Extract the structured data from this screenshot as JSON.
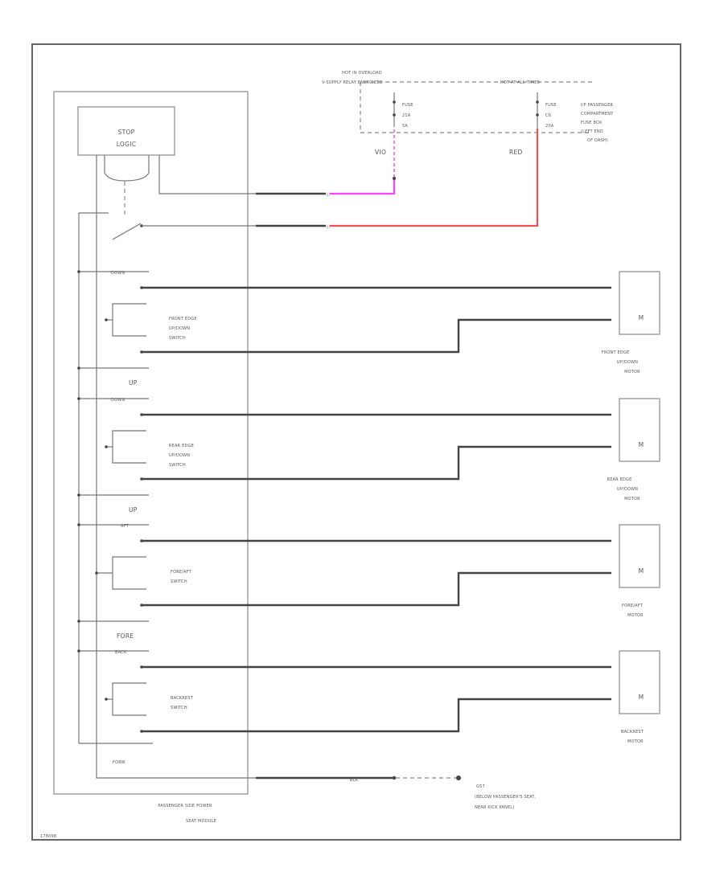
{
  "colors": {
    "violet": "#ff40ff",
    "red": "#f05050",
    "wire": "#444444"
  },
  "module": {
    "label_line1": "PASSENGER SIDE POWER",
    "label_line2": "SEAT MODULE"
  },
  "stop_logic": {
    "line1": "STOP",
    "line2": "LOGIC"
  },
  "power": {
    "hot_line1": "HOT IN OVERLOAD",
    "hot_line2": "V-SUPPLY RELAY ENERGIZED",
    "hot_at_all_times": "HOT AT ALL TIMES",
    "fuse_label": "FUSE",
    "fuse_left_num": "21A",
    "fuse_left_amp": "5A",
    "fuse_right_num": "C6",
    "fuse_right_amp": "20A",
    "box_line1": "I/P PASSENGER",
    "box_line2": "COMPARTMENT",
    "box_line3": "FUSE BOX",
    "box_line4": "(LEFT END",
    "box_line5": "OF DASH)",
    "wire_violet": "VIO",
    "wire_red": "RED"
  },
  "switches": [
    {
      "name_line1": "FRONT EDGE",
      "name_line2": "UP/DOWN",
      "name_line3": "SWITCH",
      "top_label": "DOWN",
      "bottom_label": "UP"
    },
    {
      "name_line1": "REAR EDGE",
      "name_line2": "UP/DOWN",
      "name_line3": "SWITCH",
      "top_label": "DOWN",
      "bottom_label": "UP"
    },
    {
      "name_line1": "FORE/AFT",
      "name_line2": "SWITCH",
      "name_line3": "",
      "top_label": "AFT",
      "bottom_label": "FORE"
    },
    {
      "name_line1": "BACKREST",
      "name_line2": "SWITCH",
      "name_line3": "",
      "top_label": "BACK",
      "bottom_label": "FORW"
    }
  ],
  "motors": [
    {
      "line1": "FRONT EDGE",
      "line2": "UP/DOWN",
      "line3": "MOTOR",
      "symbol": "M"
    },
    {
      "line1": "REAR EDGE",
      "line2": "UP/DOWN",
      "line3": "MOTOR",
      "symbol": "M"
    },
    {
      "line1": "FORE/AFT",
      "line2": "MOTOR",
      "line3": "",
      "symbol": "M"
    },
    {
      "line1": "BACKREST",
      "line2": "MOTOR",
      "line3": "",
      "symbol": "M"
    }
  ],
  "ground": {
    "wire_color": "BLK",
    "label_line1": "G57",
    "label_line2": "(BELOW PASSENGER'S SEAT,",
    "label_line3": "NEAR KICK PANEL)"
  },
  "footer": {
    "code": "178098"
  }
}
